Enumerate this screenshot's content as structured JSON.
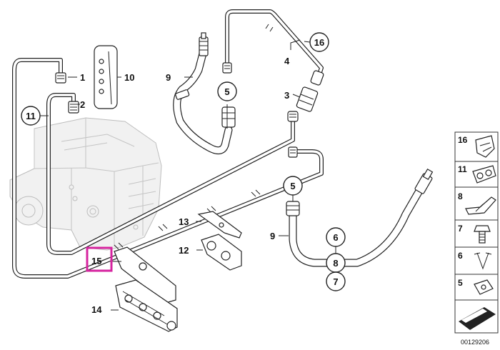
{
  "diagram": {
    "callouts": [
      {
        "id": "c1",
        "text": "1"
      },
      {
        "id": "c2",
        "text": "2"
      },
      {
        "id": "c3",
        "text": "3"
      },
      {
        "id": "c4",
        "text": "4"
      },
      {
        "id": "c5a",
        "text": "5"
      },
      {
        "id": "c5b",
        "text": "5"
      },
      {
        "id": "c6",
        "text": "6"
      },
      {
        "id": "c7",
        "text": "7"
      },
      {
        "id": "c8",
        "text": "8"
      },
      {
        "id": "c9a",
        "text": "9"
      },
      {
        "id": "c9b",
        "text": "9"
      },
      {
        "id": "c10",
        "text": "10"
      },
      {
        "id": "c11",
        "text": "11"
      },
      {
        "id": "c12",
        "text": "12"
      },
      {
        "id": "c13",
        "text": "13"
      },
      {
        "id": "c14",
        "text": "14"
      },
      {
        "id": "c15",
        "text": "15"
      },
      {
        "id": "c16",
        "text": "16"
      }
    ],
    "highlight_color": "#d6249f"
  },
  "parts_panel": {
    "items": [
      {
        "number": "16",
        "icon": "clip-icon"
      },
      {
        "number": "11",
        "icon": "double-clip-icon"
      },
      {
        "number": "8",
        "icon": "bracket-icon"
      },
      {
        "number": "7",
        "icon": "bolt-icon"
      },
      {
        "number": "6",
        "icon": "spring-clip-icon"
      },
      {
        "number": "5",
        "icon": "retainer-clip-icon"
      }
    ]
  },
  "reference_number": "00129206"
}
